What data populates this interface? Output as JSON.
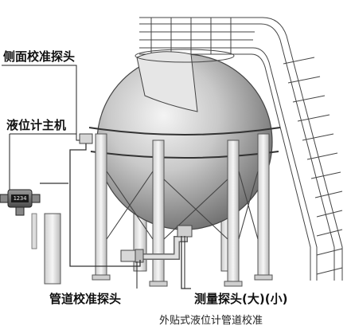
{
  "labels": {
    "side_probe": "侧面校准探头",
    "host": "液位计主机",
    "pipe_probe": "管道校准探头",
    "measure_probe": "测量探头(大)(小)"
  },
  "caption": "外贴式液位计管道校准",
  "meter_display": "1234"
}
